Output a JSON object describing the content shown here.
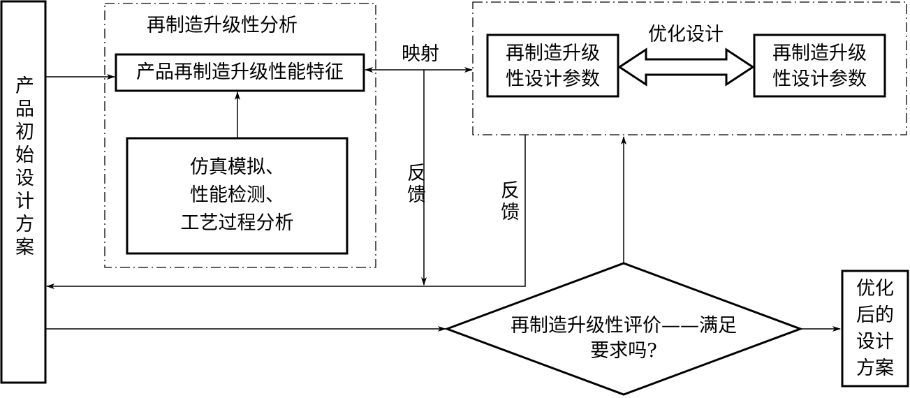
{
  "diagram": {
    "initial_design_label": "产品初始设计方案",
    "analysis_title": "再制造升级性分析",
    "performance_feature": "产品再制造升级性能特征",
    "methods": [
      "仿真模拟、",
      "性能检测、",
      "工艺过程分析"
    ],
    "mapping_label": "映射",
    "feedback_label_1": "反馈",
    "feedback_label_2": "反馈",
    "optimize_label": "优化设计",
    "param_box_left": [
      "再制造升级",
      "性设计参数"
    ],
    "param_box_right": [
      "再制造升级",
      "性设计参数"
    ],
    "evaluation": [
      "再制造升级性评价——满足",
      "要求吗?"
    ],
    "optimized_label": [
      "优化",
      "后的",
      "设计",
      "方案"
    ]
  }
}
